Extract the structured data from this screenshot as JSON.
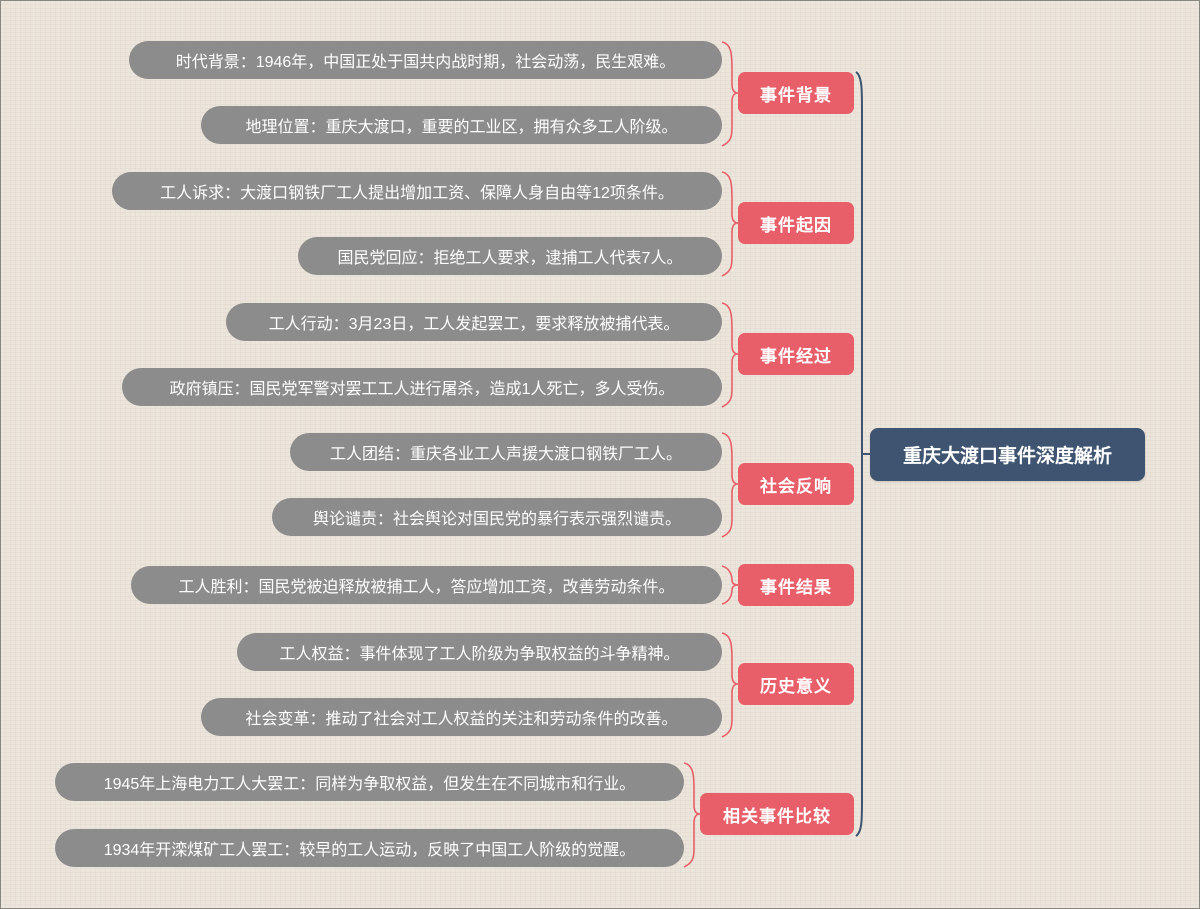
{
  "root": {
    "label": "重庆大渡口事件深度解析",
    "color": "#3f5470"
  },
  "colors": {
    "branch": "#e85f69",
    "leaf": "#8c8c8c",
    "connector_root": "#3f5470",
    "connector_branch": "#e85f69",
    "background": "#ece5dc"
  },
  "branches": [
    {
      "label": "事件背景",
      "children": [
        "时代背景：1946年，中国正处于国共内战时期，社会动荡，民生艰难。",
        "地理位置：重庆大渡口，重要的工业区，拥有众多工人阶级。"
      ]
    },
    {
      "label": "事件起因",
      "children": [
        "工人诉求：大渡口钢铁厂工人提出增加工资、保障人身自由等12项条件。",
        "国民党回应：拒绝工人要求，逮捕工人代表7人。"
      ]
    },
    {
      "label": "事件经过",
      "children": [
        "工人行动：3月23日，工人发起罢工，要求释放被捕代表。",
        "政府镇压：国民党军警对罢工工人进行屠杀，造成1人死亡，多人受伤。"
      ]
    },
    {
      "label": "社会反响",
      "children": [
        "工人团结：重庆各业工人声援大渡口钢铁厂工人。",
        "舆论谴责：社会舆论对国民党的暴行表示强烈谴责。"
      ]
    },
    {
      "label": "事件结果",
      "children": [
        "工人胜利：国民党被迫释放被捕工人，答应增加工资，改善劳动条件。"
      ]
    },
    {
      "label": "历史意义",
      "children": [
        "工人权益：事件体现了工人阶级为争取权益的斗争精神。",
        "社会变革：推动了社会对工人权益的关注和劳动条件的改善。"
      ]
    },
    {
      "label": "相关事件比较",
      "children": [
        "1945年上海电力工人大罢工：同样为争取权益，但发生在不同城市和行业。",
        "1934年开滦煤矿工人罢工：较早的工人运动，反映了中国工人阶级的觉醒。"
      ]
    }
  ]
}
